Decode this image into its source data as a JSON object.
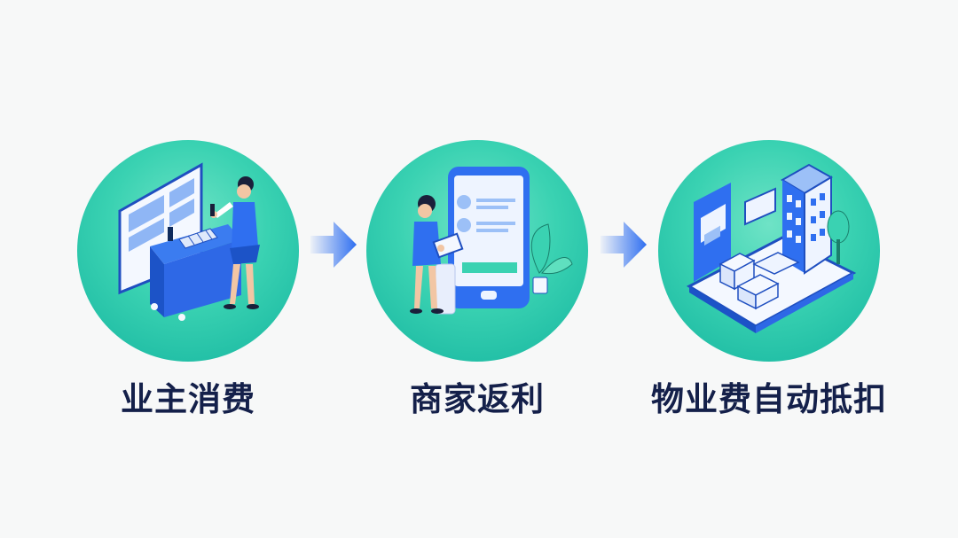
{
  "steps": [
    {
      "label": "业主消费",
      "icon": "owner-shopping-illustration"
    },
    {
      "label": "商家返利",
      "icon": "merchant-rebate-illustration"
    },
    {
      "label": "物业费自动抵扣",
      "icon": "property-fee-deduction-illustration"
    }
  ],
  "colors": {
    "circle": "#2ecfae",
    "accent_blue": "#1f5fe0",
    "label": "#14204a",
    "arrow": "#2f6ff0"
  }
}
